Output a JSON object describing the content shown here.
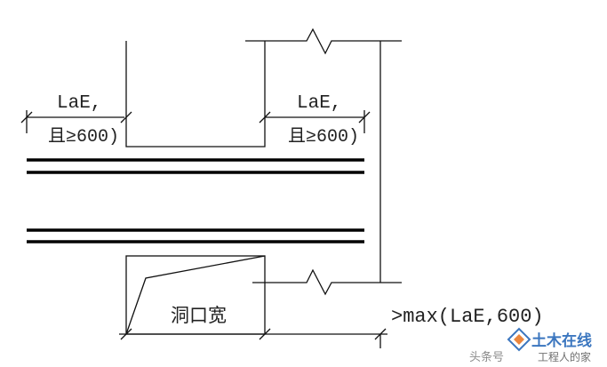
{
  "labels": {
    "anchor_left_line1": "LaE,",
    "anchor_left_line2": "且≥600)",
    "anchor_right_line1": "LaE,",
    "anchor_right_line2": "且≥600)",
    "opening_width": "洞口宽",
    "max_label": ">max(LaE,600)"
  },
  "watermark": {
    "source": "头条号",
    "brand": "土木在线",
    "tagline": "工程人的家",
    "brand_color": "#1a5fb4",
    "accent_color": "#e8721c"
  }
}
